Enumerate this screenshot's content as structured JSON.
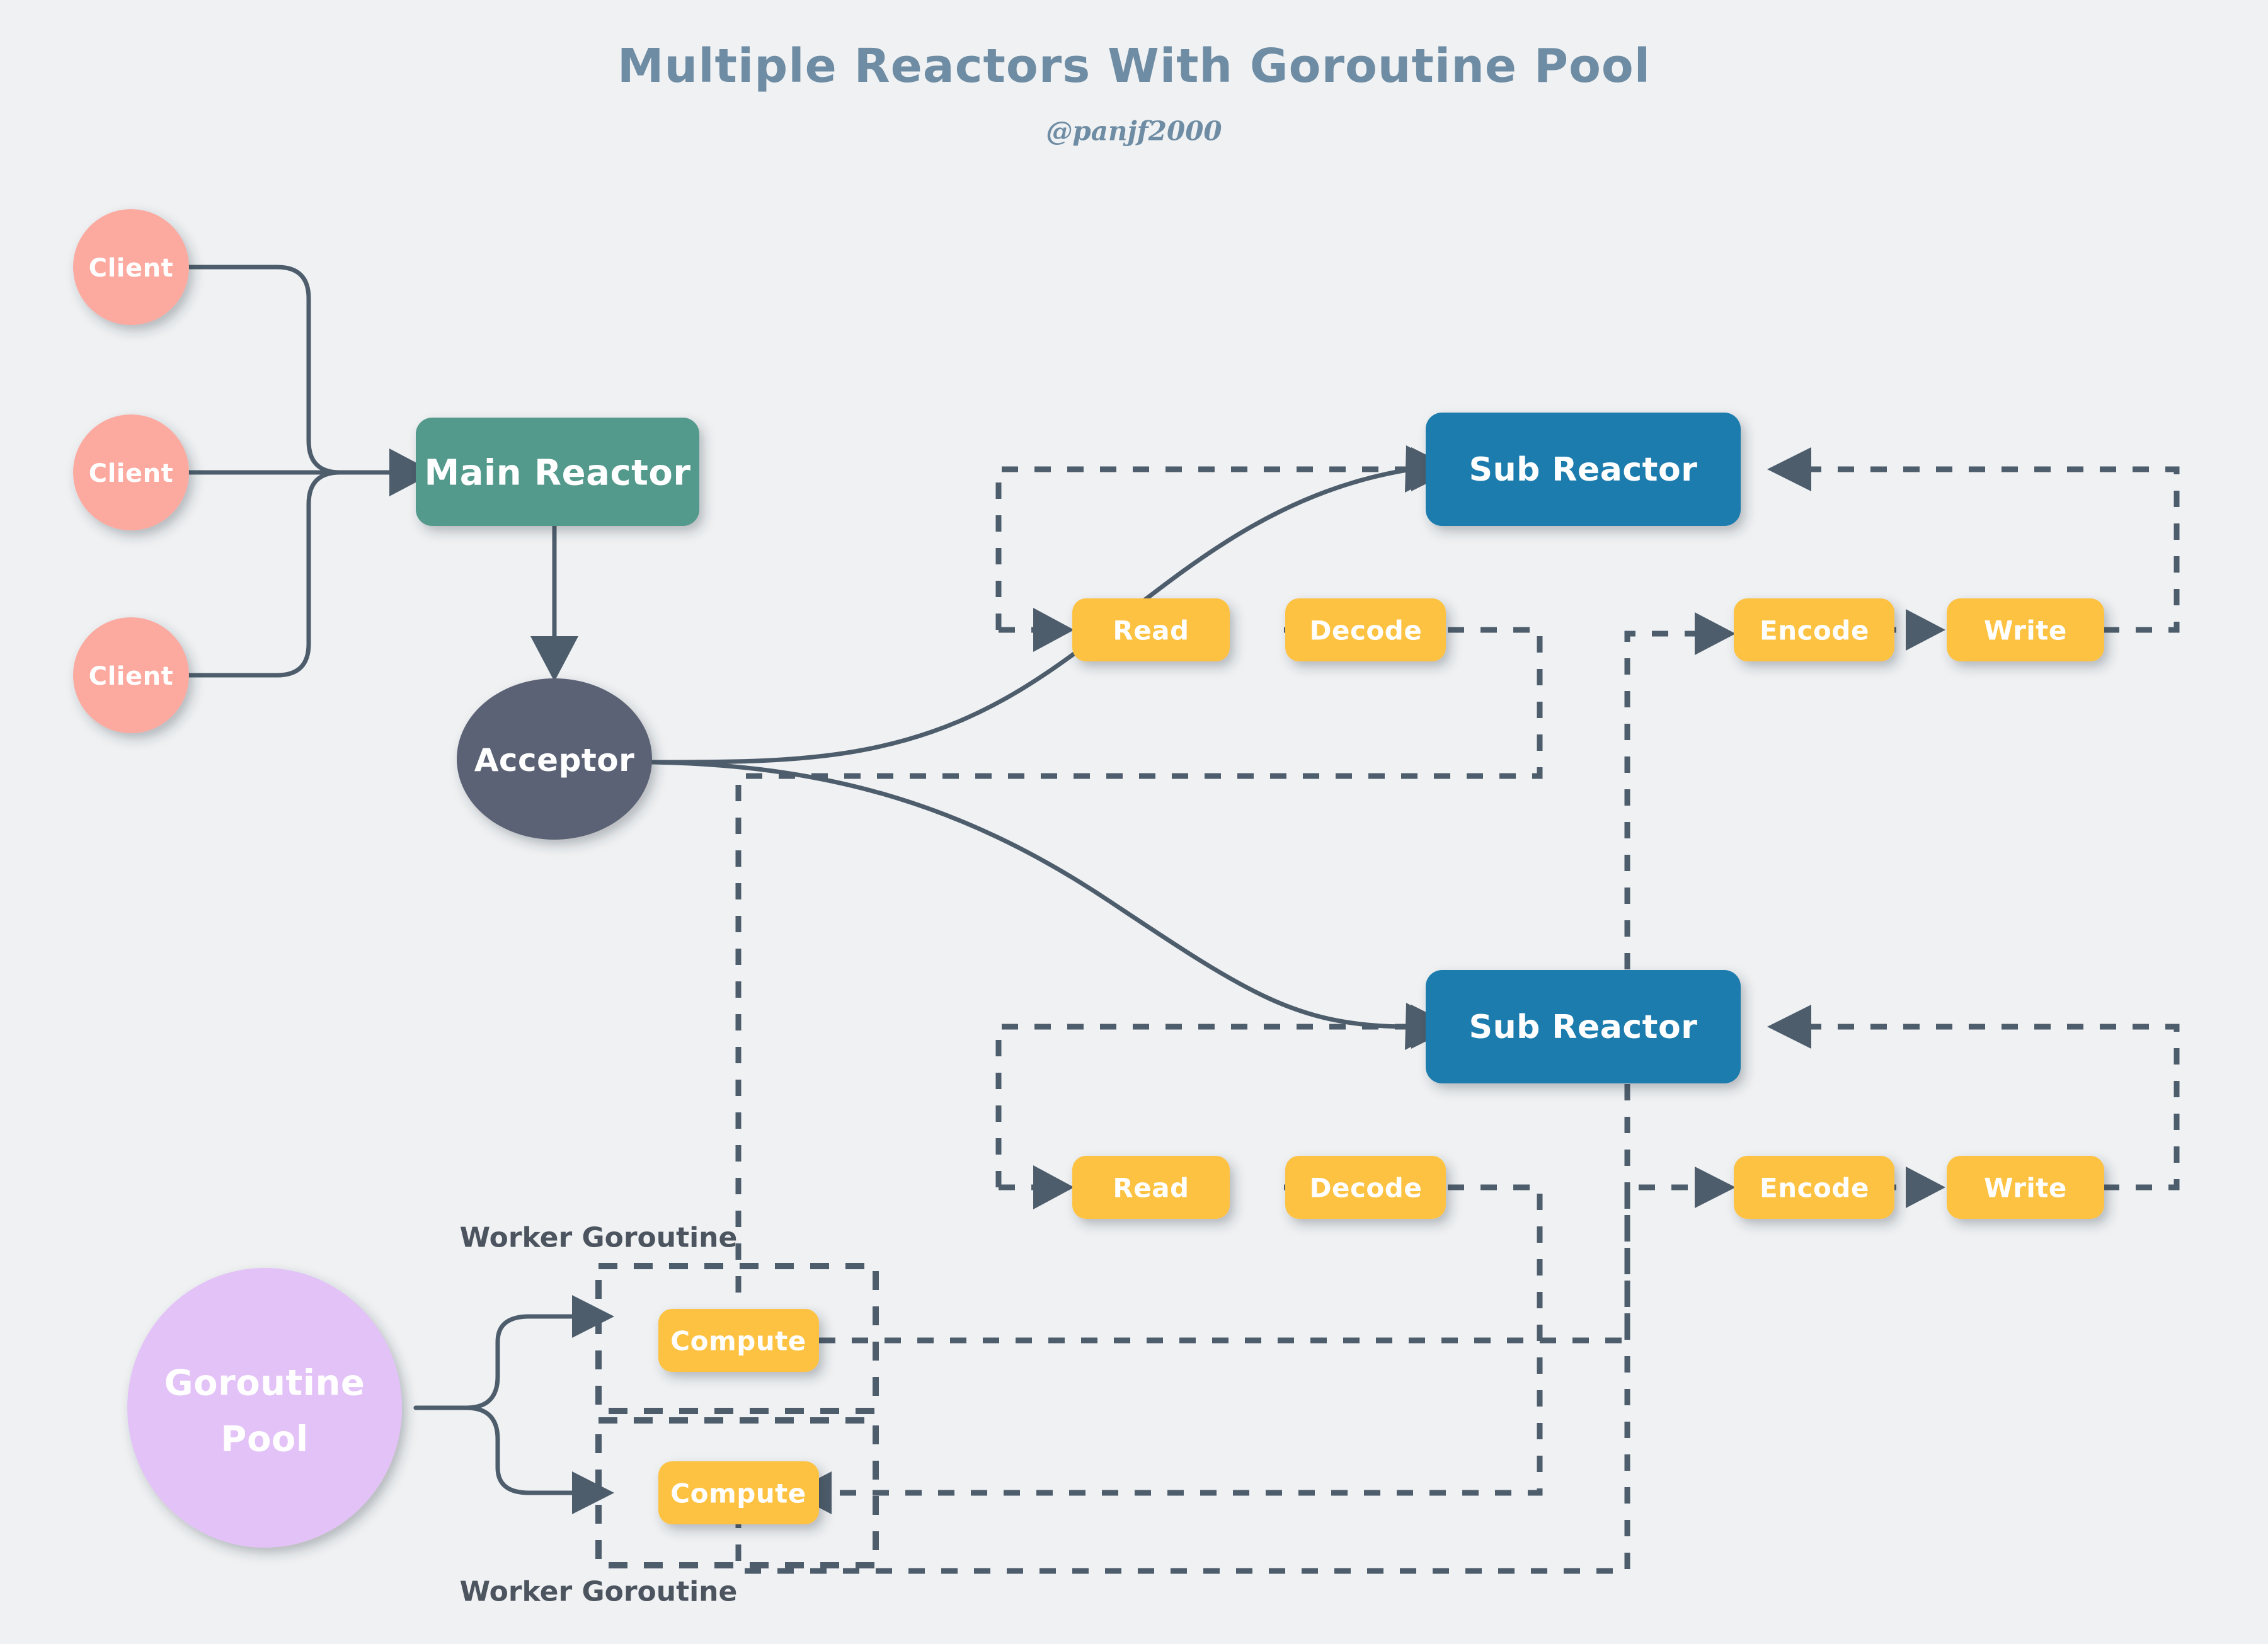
{
  "page": {
    "title": "Multiple Reactors With Goroutine Pool",
    "subtitle": "@panjf2000",
    "background_color": "#eff1f3"
  },
  "colors": {
    "client": "#fca99f",
    "main_reactor": "#529a8c",
    "acceptor": "#5b6274",
    "sub_reactor": "#1d7cad",
    "stage": "#fdc243",
    "goroutine_pool": "#e2c2f7",
    "edge": "#4e5d6c",
    "title": "#6e8ca3",
    "label_text": "#4c555f",
    "node_text": "#ffffff"
  },
  "nodes": {
    "clients": [
      {
        "id": "client-1",
        "label": "Client"
      },
      {
        "id": "client-2",
        "label": "Client"
      },
      {
        "id": "client-3",
        "label": "Client"
      }
    ],
    "main_reactor": {
      "id": "main-reactor",
      "label": "Main Reactor"
    },
    "acceptor": {
      "id": "acceptor",
      "label": "Acceptor"
    },
    "goroutine_pool": {
      "id": "goroutine-pool",
      "label_line1": "Goroutine",
      "label_line2": "Pool"
    },
    "sub_reactors": [
      {
        "id": "sub-reactor-1",
        "label": "Sub Reactor"
      },
      {
        "id": "sub-reactor-2",
        "label": "Sub Reactor"
      }
    ],
    "pipeline_top": [
      {
        "id": "read-1",
        "label": "Read"
      },
      {
        "id": "decode-1",
        "label": "Decode"
      },
      {
        "id": "encode-1",
        "label": "Encode"
      },
      {
        "id": "write-1",
        "label": "Write"
      }
    ],
    "pipeline_bottom": [
      {
        "id": "read-2",
        "label": "Read"
      },
      {
        "id": "decode-2",
        "label": "Decode"
      },
      {
        "id": "encode-2",
        "label": "Encode"
      },
      {
        "id": "write-2",
        "label": "Write"
      }
    ],
    "workers": [
      {
        "id": "worker-1",
        "group_label": "Worker Goroutine",
        "stage_label": "Compute"
      },
      {
        "id": "worker-2",
        "group_label": "Worker Goroutine",
        "stage_label": "Compute"
      }
    ]
  }
}
